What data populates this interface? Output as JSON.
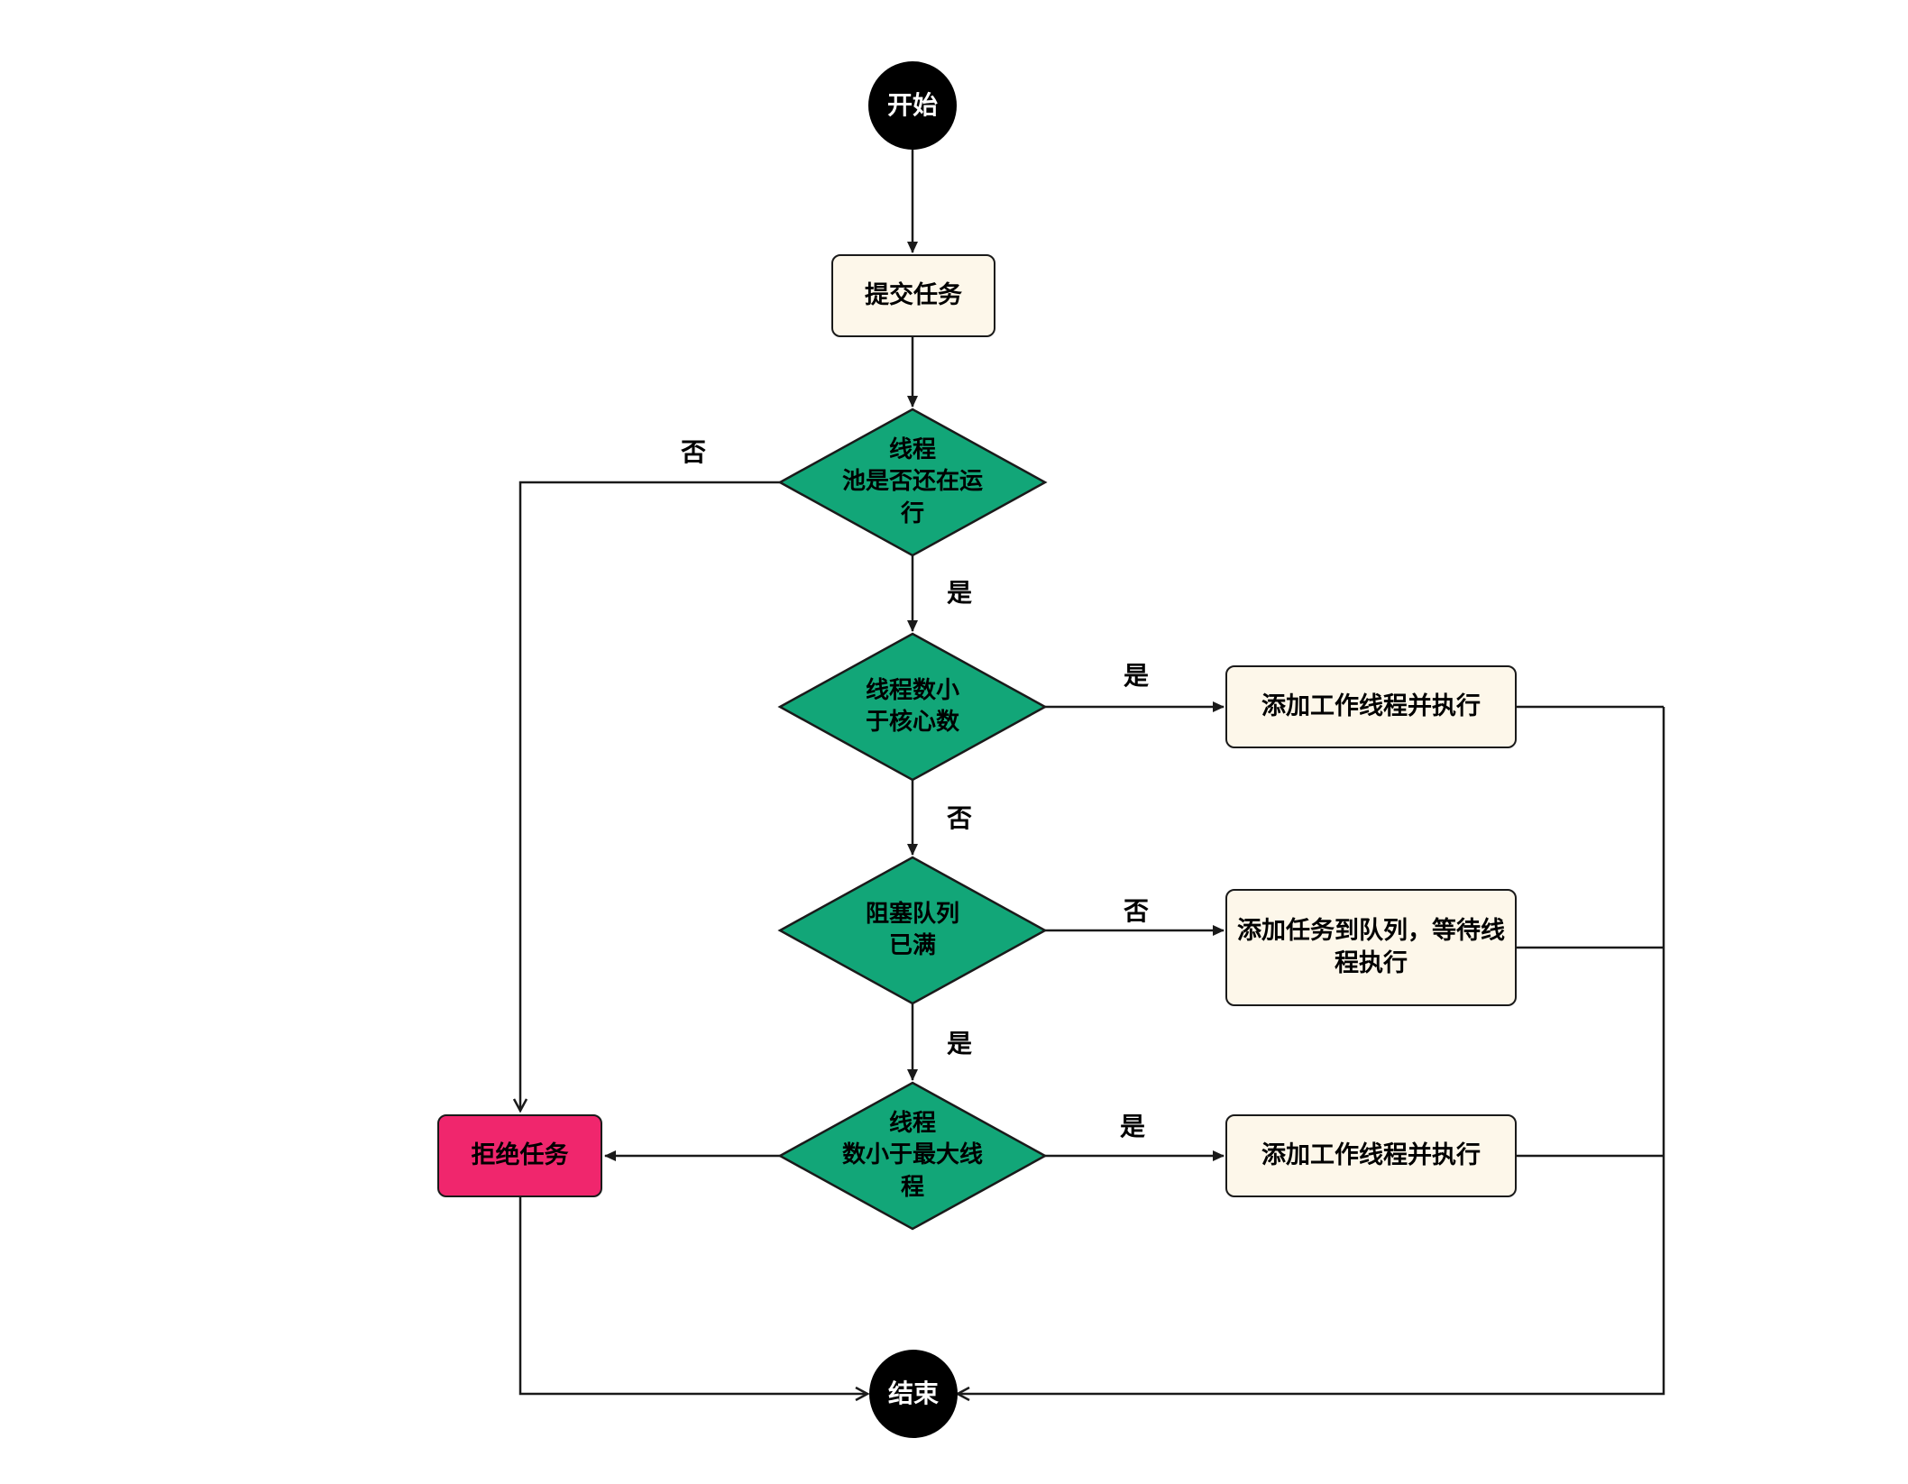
{
  "colors": {
    "terminal": "#000000",
    "process": "#fdf7ea",
    "decision": "#12a678",
    "reject": "#f0266d",
    "line": "#1a1a1a"
  },
  "nodes": {
    "start": "开始",
    "submit": "提交任务",
    "d_running": "线程\n池是否还在运\n行",
    "d_core": "线程数小\n于核心数",
    "d_queue_full": "阻塞队列\n已满",
    "d_max": "线程\n数小于最大线\n程",
    "add_worker_1": "添加工作线程并执行",
    "add_to_queue": "添加任务到队列，等待线程执行",
    "add_worker_2": "添加工作线程并执行",
    "reject": "拒绝任务",
    "end": "结束"
  },
  "edge_labels": {
    "running_no": "否",
    "running_yes": "是",
    "core_yes": "是",
    "core_no": "否",
    "queue_no": "否",
    "queue_yes": "是",
    "max_yes": "是"
  }
}
